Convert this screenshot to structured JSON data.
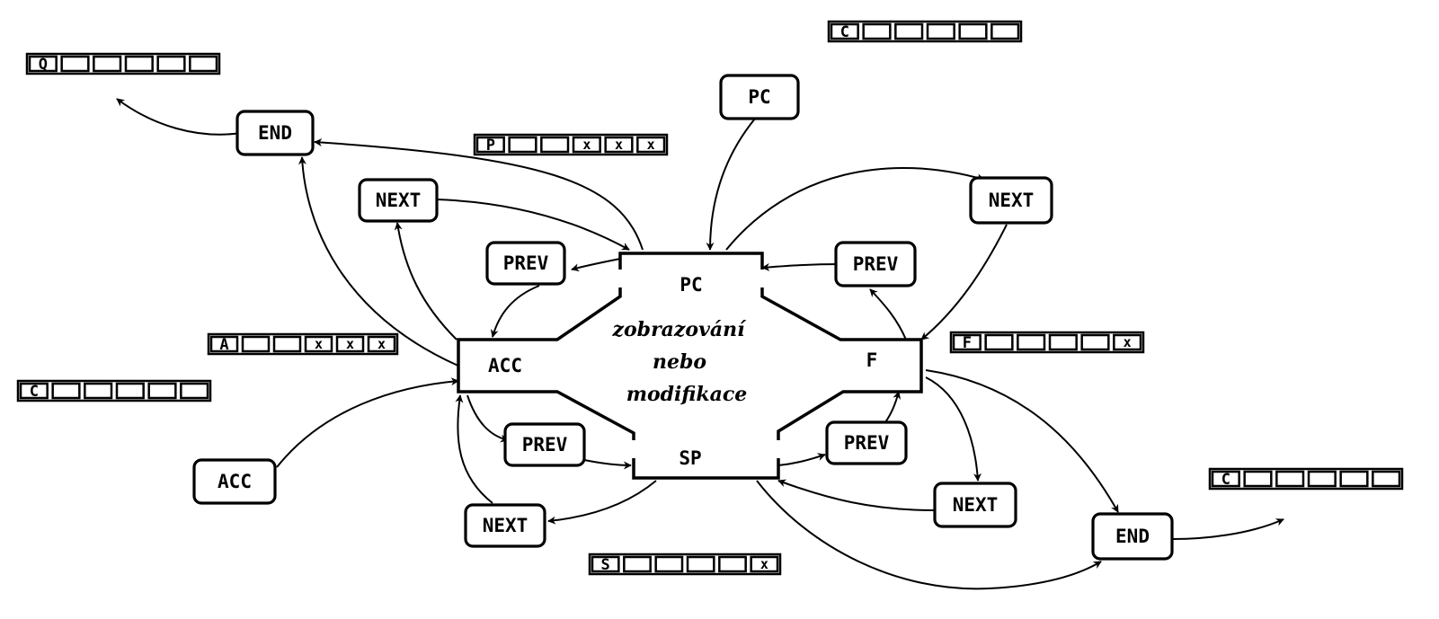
{
  "center": {
    "pc": "PC",
    "acc": "ACC",
    "f": "F",
    "sp": "SP",
    "line1": "zobrazování",
    "line2": "nebo",
    "line3": "modifikace"
  },
  "nodes": {
    "end_top": "END",
    "next_left": "NEXT",
    "prev_top_left": "PREV",
    "pc_top": "PC",
    "next_right": "NEXT",
    "prev_top_right": "PREV",
    "acc_left": "ACC",
    "prev_bottom_left": "PREV",
    "next_bottom_left": "NEXT",
    "prev_bottom_right": "PREV",
    "next_bottom_right": "NEXT",
    "end_bottom": "END"
  },
  "registers": {
    "q": {
      "label": "Q",
      "cells": [
        "",
        "",
        "",
        "",
        ""
      ]
    },
    "c_top": {
      "label": "C",
      "cells": [
        "",
        "",
        "",
        "",
        ""
      ]
    },
    "p": {
      "label": "P",
      "cells": [
        "",
        "",
        "x",
        "x",
        "x"
      ]
    },
    "a": {
      "label": "A",
      "cells": [
        "",
        "",
        "x",
        "x",
        "x"
      ]
    },
    "c_left": {
      "label": "C",
      "cells": [
        "",
        "",
        "",
        "",
        ""
      ]
    },
    "f": {
      "label": "F",
      "cells": [
        "",
        "",
        "",
        "",
        "x"
      ]
    },
    "c_right": {
      "label": "C",
      "cells": [
        "",
        "",
        "",
        "",
        ""
      ]
    },
    "s": {
      "label": "S",
      "cells": [
        "",
        "",
        "",
        "",
        "x"
      ]
    }
  }
}
